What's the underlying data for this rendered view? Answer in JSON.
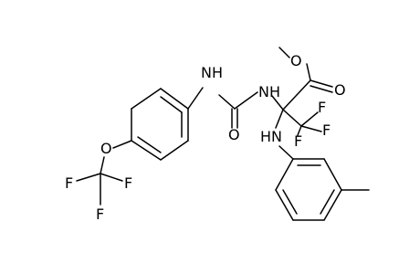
{
  "molecule": {
    "atoms": {
      "o_methoxy": "O",
      "o_carbonyl_ester": "O",
      "nh_urea_left": "NH",
      "nh_urea_right": "NH",
      "o_urea": "O",
      "f_cf3_top": "F",
      "f_cf3_mid": "F",
      "f_cf3_bottom": "F",
      "nh_aniline": "HN",
      "o_ether": "O",
      "f_ocf3_left": "F",
      "f_ocf3_right": "F",
      "f_ocf3_bottom": "F"
    }
  }
}
